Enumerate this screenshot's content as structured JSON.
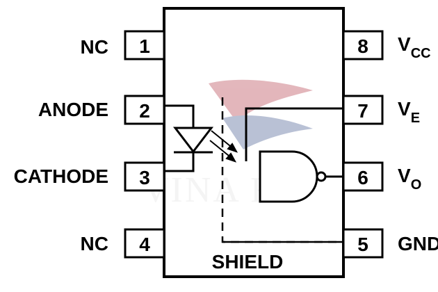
{
  "pins": {
    "p1": {
      "num": "1",
      "name": "NC"
    },
    "p2": {
      "num": "2",
      "name": "ANODE"
    },
    "p3": {
      "num": "3",
      "name": "CATHODE"
    },
    "p4": {
      "num": "4",
      "name": "NC"
    },
    "p5": {
      "num": "5",
      "name": "GND"
    },
    "p6": {
      "num": "6",
      "name_main": "V",
      "name_sub": "O"
    },
    "p7": {
      "num": "7",
      "name_main": "V",
      "name_sub": "E"
    },
    "p8": {
      "num": "8",
      "name_main": "V",
      "name_sub": "CC"
    }
  },
  "shield_label": "SHIELD",
  "watermark": "VINA FE",
  "colors": {
    "line": "#000000",
    "background": "#ffffff",
    "watermark_red": "#b03040",
    "watermark_blue": "#3a4f8a"
  }
}
